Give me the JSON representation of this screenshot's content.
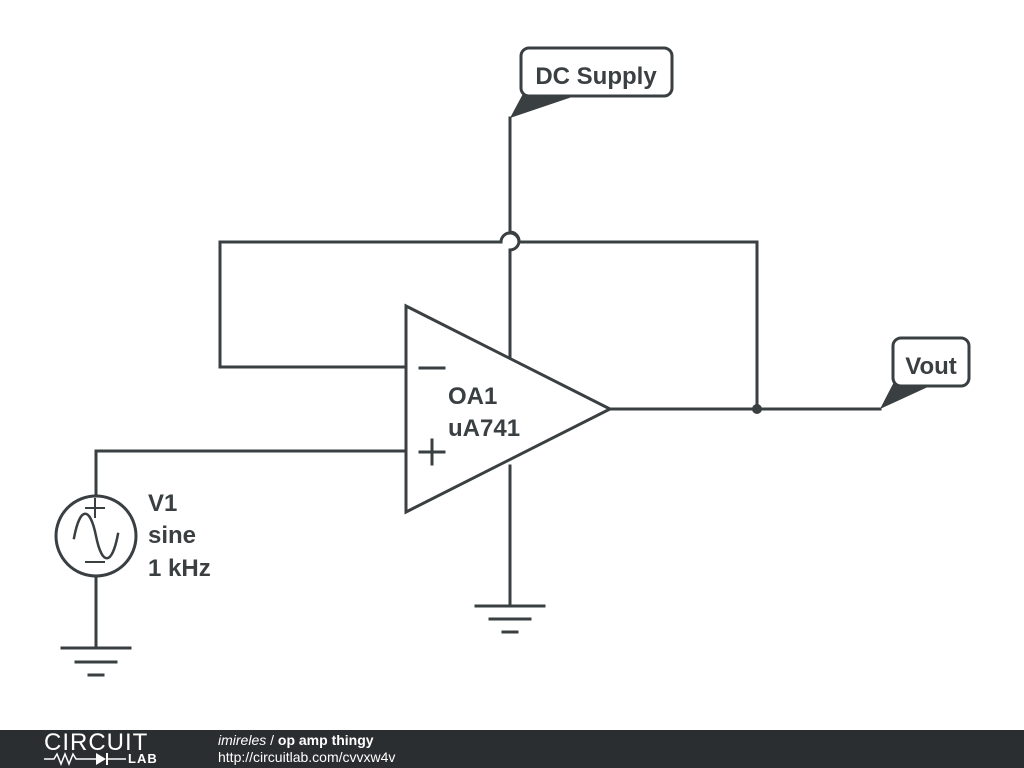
{
  "schematic": {
    "supply_label": "DC Supply",
    "output_label": "Vout",
    "opamp": {
      "name": "OA1",
      "model": "uA741",
      "minus": "−",
      "plus": "+"
    },
    "source": {
      "name": "V1",
      "type": "sine",
      "frequency": "1 kHz"
    }
  },
  "footer": {
    "logo_top": "CIRCUIT",
    "logo_bottom": "LAB",
    "user": "imireles",
    "separator": " / ",
    "title": "op amp thingy",
    "url": "http://circuitlab.com/cvvxw4v"
  },
  "colors": {
    "ink": "#3a3f42",
    "footer_bg": "#2b2e30",
    "background": "#ffffff"
  }
}
